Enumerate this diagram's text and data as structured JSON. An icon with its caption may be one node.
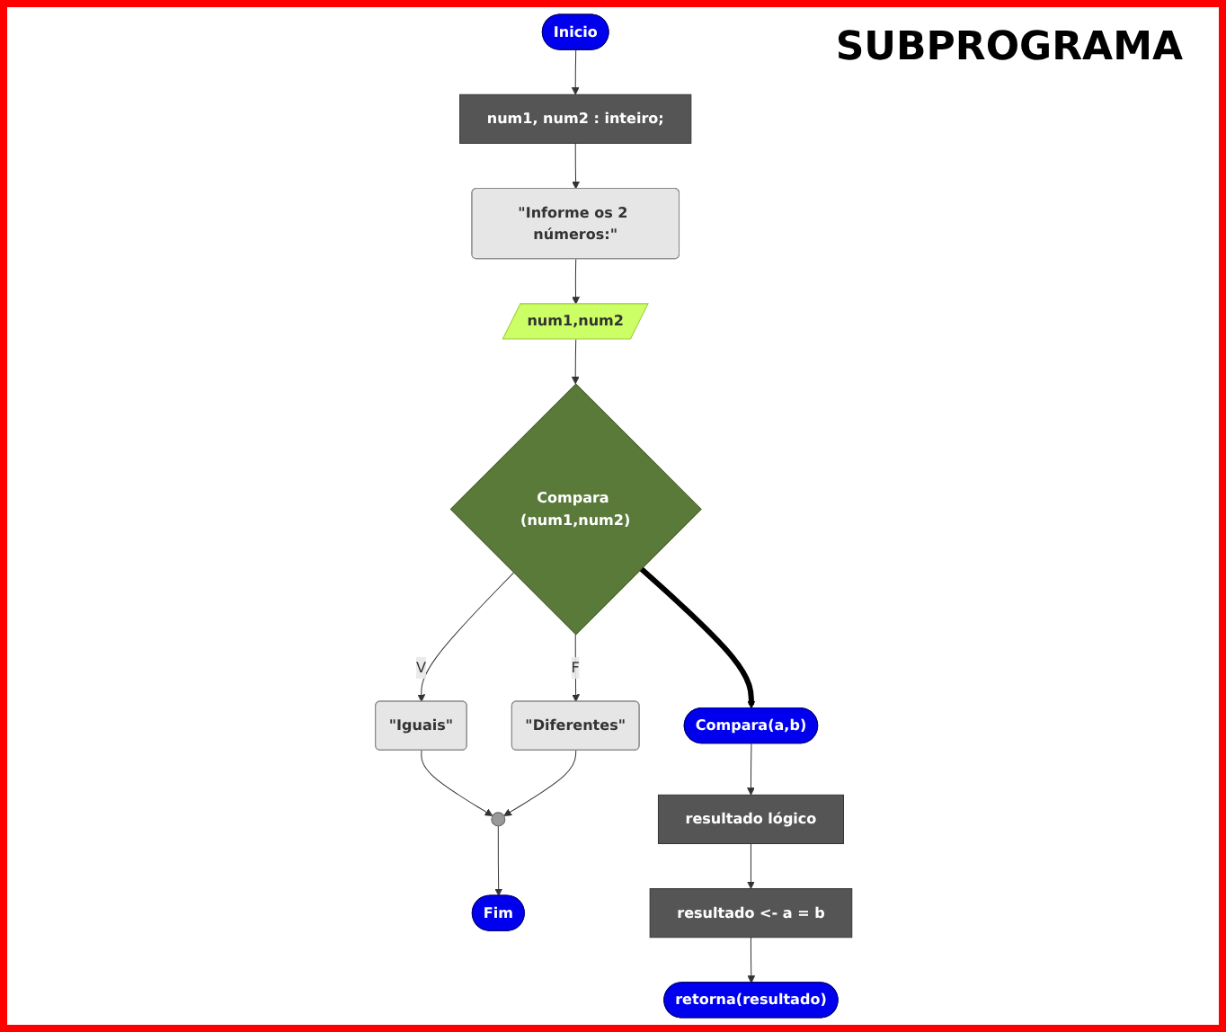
{
  "diagram": {
    "nodes": [
      {
        "text": [
          "Inicio"
        ]
      },
      {
        "text": [
          "num1, num2 : inteiro;"
        ]
      },
      {
        "text": [
          "\"Informe os 2 números:\""
        ]
      },
      {
        "text": [
          "num1,num2"
        ]
      },
      {
        "text": [
          "Compara (num1,num2)"
        ]
      },
      {
        "text": [
          "\"Diferentes\""
        ]
      },
      {
        "text": [
          "\"Iguais\""
        ]
      },
      {
        "text": [],
        "shape": "circle"
      },
      {
        "text": [
          "Fim"
        ]
      },
      {
        "text": [
          "Compara(a,b)"
        ]
      },
      {
        "text": [
          "resultado lógico"
        ]
      },
      {
        "text": [
          "resultado <- a = b"
        ]
      },
      {
        "text": [
          "retorna(resultado)"
        ]
      }
    ],
    "edges": [
      {
        "from": 0,
        "to": 1,
        "arrow": "to"
      },
      {
        "from": 1,
        "to": 2,
        "arrow": "to"
      },
      {
        "from": 2,
        "to": 3,
        "arrow": "to"
      },
      {
        "from": 3,
        "to": 4,
        "arrow": "to"
      },
      {
        "from": 4,
        "to": 5,
        "arrow": "to",
        "label": "F"
      },
      {
        "from": 4,
        "to": 6,
        "arrow": "to",
        "label": "V"
      },
      {
        "from": 6,
        "to": 7,
        "arrow": "to"
      },
      {
        "from": 5,
        "to": 7,
        "arrow": "to"
      },
      {
        "from": 7,
        "to": 8,
        "arrow": "to"
      },
      {
        "from": 4,
        "to": 9,
        "arrow": "to",
        "style": "thick",
        "color": "#000000"
      },
      {
        "from": 9,
        "to": 10,
        "arrow": "to"
      },
      {
        "from": 10,
        "to": 11,
        "arrow": "to"
      },
      {
        "from": 11,
        "to": 12,
        "arrow": "to"
      }
    ],
    "labels": [
      "SUBPROGRAMA"
    ]
  }
}
